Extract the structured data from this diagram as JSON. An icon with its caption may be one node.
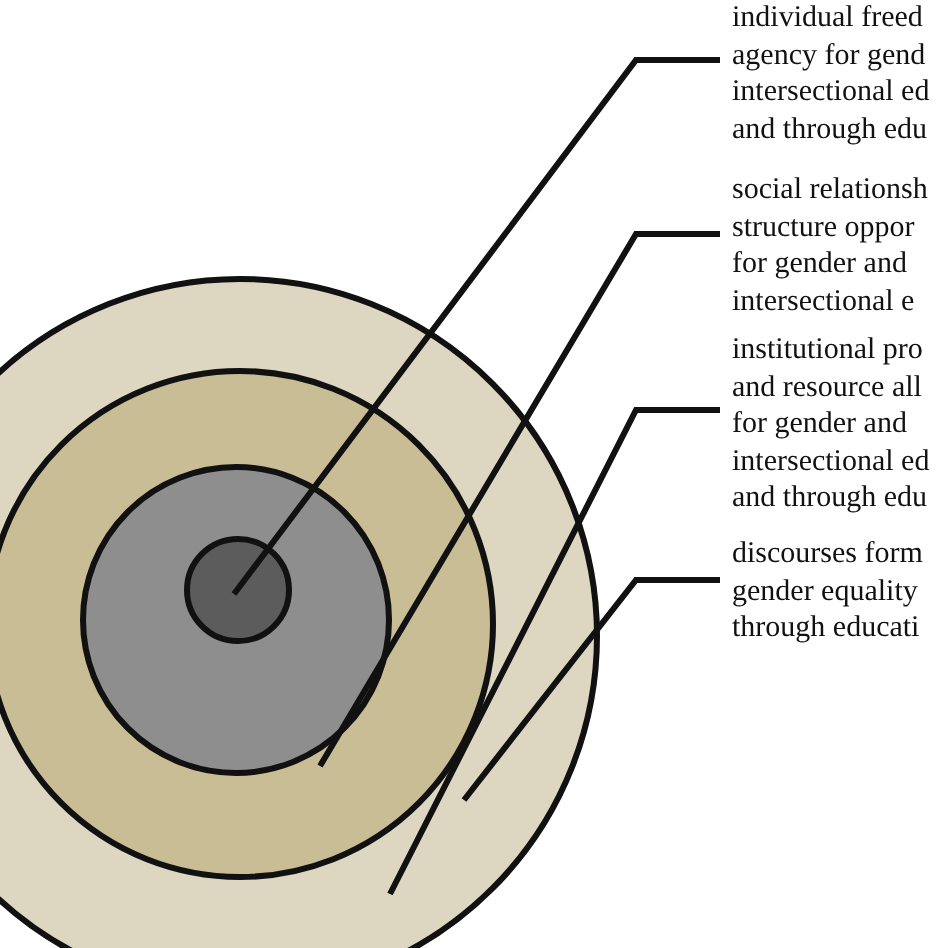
{
  "diagram": {
    "nodes": [
      {
        "text": [],
        "shape": "circle"
      },
      {
        "text": [],
        "shape": "circle",
        "in": 0
      },
      {
        "text": [],
        "shape": "circle",
        "in": 1
      },
      {
        "text": [],
        "shape": "circle",
        "in": 2
      },
      {
        "text": [
          "individual freed agency for gend intersectional ed and through edu"
        ]
      },
      {
        "text": [
          "social relationsh structure oppor for gender and intersectional e"
        ]
      },
      {
        "text": [
          "institutional pro and resource all for gender and intersectional ed and through edu"
        ]
      },
      {
        "text": [
          "discourses form gender equality through educati"
        ]
      }
    ],
    "edges": [
      {
        "from": 4,
        "to": 3,
        "arrow": "none"
      },
      {
        "from": 5,
        "to": 2,
        "arrow": "none"
      },
      {
        "from": 6,
        "to": 1,
        "arrow": "none"
      },
      {
        "from": 7,
        "to": 0,
        "arrow": "none"
      }
    ]
  }
}
